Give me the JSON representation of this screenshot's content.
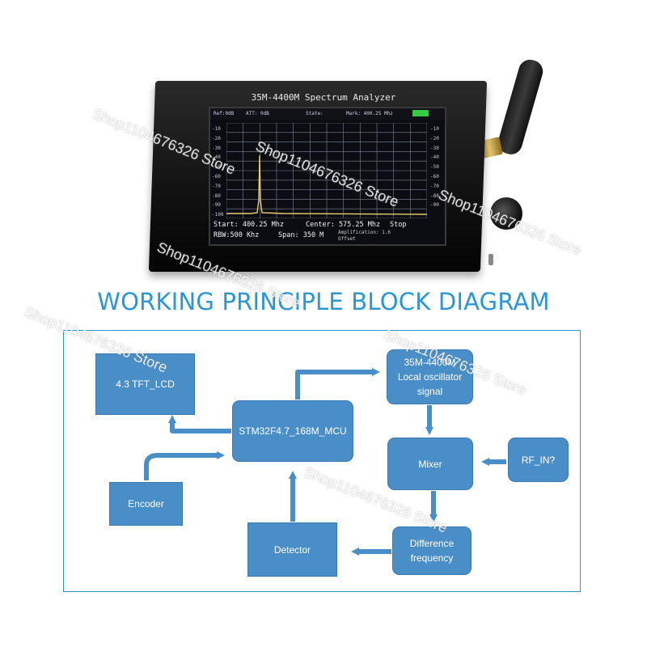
{
  "device": {
    "title": "35M-4400M Spectrum Analyzer",
    "status": {
      "ref": "Ref:0dB",
      "att": "ATT: 0dB",
      "state": "State:",
      "mark": "Mark: 400.25 Mhz"
    },
    "y_ticks_left": [
      "-10",
      "-20",
      "-30",
      "-40",
      "-50",
      "-60",
      "-70",
      "-80",
      "-90",
      "-100"
    ],
    "y_ticks_right": [
      "-10",
      "-20",
      "-30",
      "-40",
      "-50",
      "-60",
      "-70",
      "-80",
      "-90"
    ],
    "readouts": {
      "start": "Start:  400.25 Mhz",
      "center": "Center:  575.25 Mhz",
      "stop": "Stop",
      "rbw": "RBW:500 Khz",
      "span": "Span: 350 M",
      "amplification": "Amplification: 1.6",
      "offset": "Offset"
    },
    "colors": {
      "screen_bg": "#0c0d12",
      "grid": "#7c8592",
      "signal": "#e8d070",
      "battery": "#33cc44"
    }
  },
  "heading": "WORKING PRINCIPLE BLOCK DIAGRAM",
  "diagram": {
    "blocks": {
      "lcd": "4.3 TFT_LCD",
      "mcu": "STM32F4.7_168M_MCU",
      "lo_line1": "35M-4400M",
      "lo_line2": "Local oscillator",
      "lo_line3": "signal",
      "mixer": "Mixer",
      "rf_in": "RF_IN?",
      "encoder": "Encoder",
      "detector": "Detector",
      "diff_line1": "Difference",
      "diff_line2": "frequency"
    },
    "colors": {
      "block": "#4a8ec8",
      "arrow": "#4a8ec8",
      "border": "#2a96d4",
      "heading": "#2a96d4"
    }
  },
  "watermark": "Shop1104676326 Store"
}
